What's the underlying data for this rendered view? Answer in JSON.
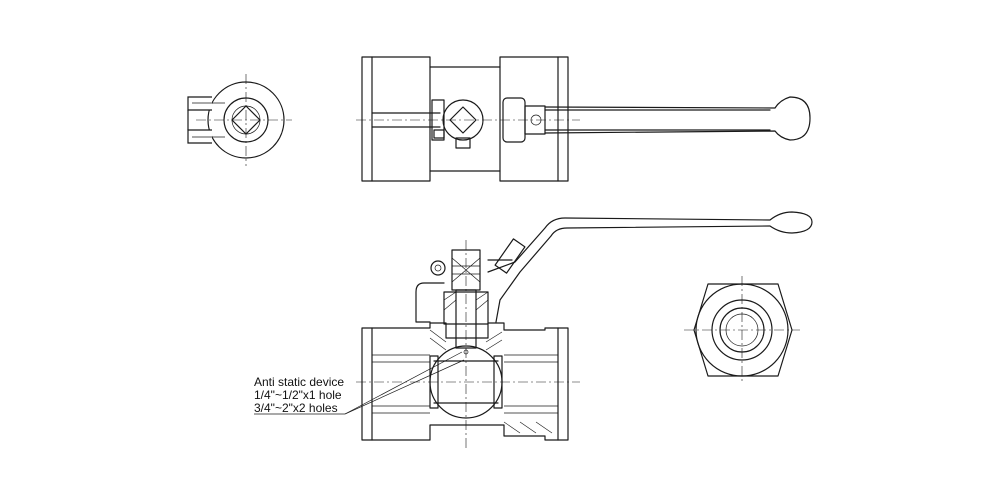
{
  "annotation": {
    "lines": [
      "Anti static device",
      "1/4\"~1/2\"x1 hole",
      "3/4\"~2\"x2 holes"
    ]
  }
}
